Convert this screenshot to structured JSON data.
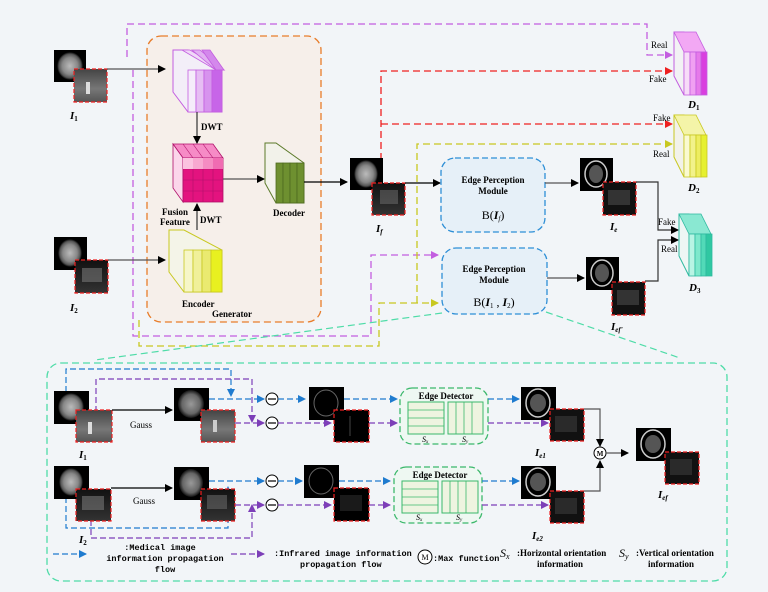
{
  "title": "Edge-perception GAN fusion framework",
  "colors": {
    "background": "#f2f5f8",
    "generator_border": "#e87d2b",
    "generator_fill": "#f6efea",
    "purple_flow": "#c35ee0",
    "red_flow": "#ee2020",
    "yellow_flow": "#c8c820",
    "teal_flow": "#4fdca8",
    "medical_flow": "#1f7bcf",
    "infrared_flow": "#7d3fb8",
    "epm_border": "#2e8fd6",
    "epm_fill": "#e6f0f8",
    "edge_detector_border": "#3bb86b"
  },
  "top": {
    "inputs": {
      "i1": "I",
      "i1_sub": "1",
      "i2": "I",
      "i2_sub": "2"
    },
    "generator": {
      "dwt_top": "DWT",
      "dwt_bottom": "DWT",
      "fusion_feature_line1": "Fusion",
      "fusion_feature_line2": "Feature",
      "decoder": "Decoder",
      "encoder": "Encoder",
      "generator": "Generator"
    },
    "fused": {
      "label": "I",
      "sub": "f"
    },
    "edge_module_1": {
      "line1": "Edge Perception",
      "line2": "Module",
      "formula": "B(",
      "var": "I",
      "sub": "f",
      "close": ")"
    },
    "edge_module_2": {
      "line1": "Edge Perception",
      "line2": "Module",
      "formula": "B(",
      "var1": "I",
      "sub1": "1",
      "comma": " , ",
      "var2": "I",
      "sub2": "2",
      "close": ")"
    },
    "edge_out_1": {
      "label": "I",
      "sub": "e"
    },
    "edge_out_2": {
      "label": "I",
      "sub": "ef'"
    },
    "discriminators": [
      {
        "name": "D",
        "sub": "1",
        "in_top": "Real",
        "in_bottom": "Fake"
      },
      {
        "name": "D",
        "sub": "2",
        "in_top": "Fake",
        "in_bottom": "Real"
      },
      {
        "name": "D",
        "sub": "3",
        "in_top": "Fake",
        "in_bottom": "Real"
      }
    ]
  },
  "detail": {
    "input1": {
      "label": "I",
      "sub": "1"
    },
    "input2": {
      "label": "I",
      "sub": "2"
    },
    "gauss1": "Gauss",
    "gauss2": "Gauss",
    "edge_detector_1": {
      "title": "Edge Detector",
      "sx": "S",
      "sx_sub": "x",
      "sy": "S",
      "sy_sub": "y"
    },
    "edge_detector_2": {
      "title": "Edge Detector",
      "sx": "S",
      "sx_sub": "x",
      "sy": "S",
      "sy_sub": "y"
    },
    "out1": {
      "label": "I",
      "sub": "e1"
    },
    "out2": {
      "label": "I",
      "sub": "e2"
    },
    "fused": {
      "label": "I",
      "sub": "ef"
    },
    "max_symbol": "M",
    "subtract_symbol": "−"
  },
  "legend": {
    "medical_line1": ":Medical image",
    "medical_line2": "information propagation",
    "medical_line3": "flow",
    "infrared_line1": ":Infrared image information",
    "infrared_line2": "propagation flow",
    "max_symbol": "M",
    "max_label": ":Max function",
    "sx": "S",
    "sx_sub": "x",
    "sx_line1": ":Horizontal orientation",
    "sx_line2": "information",
    "sy": "S",
    "sy_sub": "y",
    "sy_line1": ":Vertical orientation",
    "sy_line2": "information"
  }
}
